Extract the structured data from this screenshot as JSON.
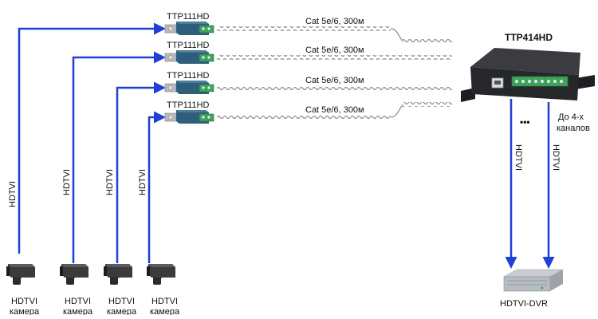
{
  "balun_label": "TTP111HD",
  "hub_label": "TTP414HD",
  "cable_label": "Cat 5e/6, 300м",
  "signal_label": "HDTVI",
  "camera_label_line1": "HDTVI",
  "camera_label_line2": "камера",
  "channels_line1": "До 4-х",
  "channels_line2": "каналов",
  "ellipsis": "•••",
  "dvr_label": "HDTVI-DVR",
  "colors": {
    "arrow": "#1f3fd6",
    "balun_body": "#2f5e7c",
    "terminal": "#3fa35b",
    "hub_body": "#2b2d31",
    "cable": "#7a7a7a"
  }
}
